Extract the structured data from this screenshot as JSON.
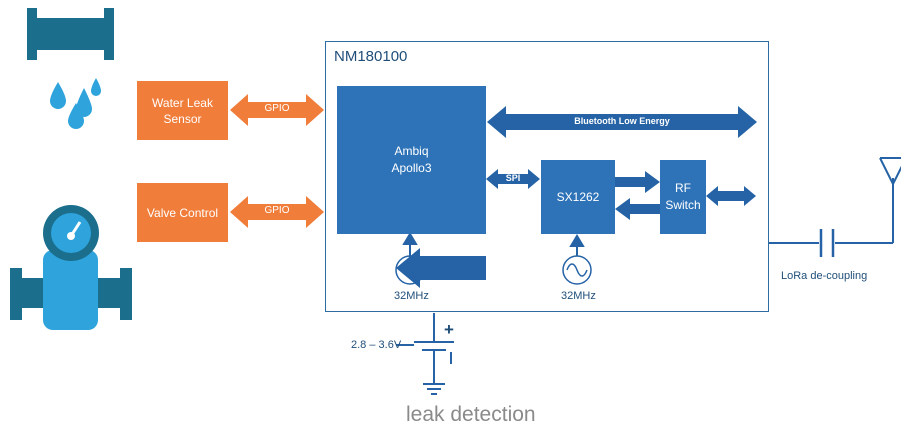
{
  "module": {
    "title": "NM180100"
  },
  "blocks": {
    "water_leak_sensor": "Water Leak\nSensor",
    "valve_control": "Valve Control",
    "mcu": "Ambiq\nApollo3",
    "radio": "SX1262",
    "rf_switch": "RF\nSwitch"
  },
  "links": {
    "gpio_top": "GPIO",
    "gpio_bottom": "GPIO",
    "spi": "SPI",
    "bluetooth": "Bluetooth Low Energy"
  },
  "clocks": {
    "mcu_clock": "32MHz",
    "radio_clock": "32MHz"
  },
  "power": {
    "voltage": "2.8 – 3.6V",
    "plus": "+"
  },
  "lora": {
    "label": "LoRa de-coupling"
  },
  "caption": "leak detection",
  "colors": {
    "accent_orange": "#f07d3a",
    "block_blue": "#2e73b8",
    "arrow_blue": "#2563a6",
    "icon_teal": "#1b6e8c",
    "droplet_blue": "#2ea3dc"
  },
  "icons": [
    "pipe-icon",
    "water-drops-icon",
    "pressure-gauge-icon",
    "antenna-icon",
    "capacitor-icon",
    "battery-icon",
    "ground-icon",
    "clock-source-icon"
  ]
}
